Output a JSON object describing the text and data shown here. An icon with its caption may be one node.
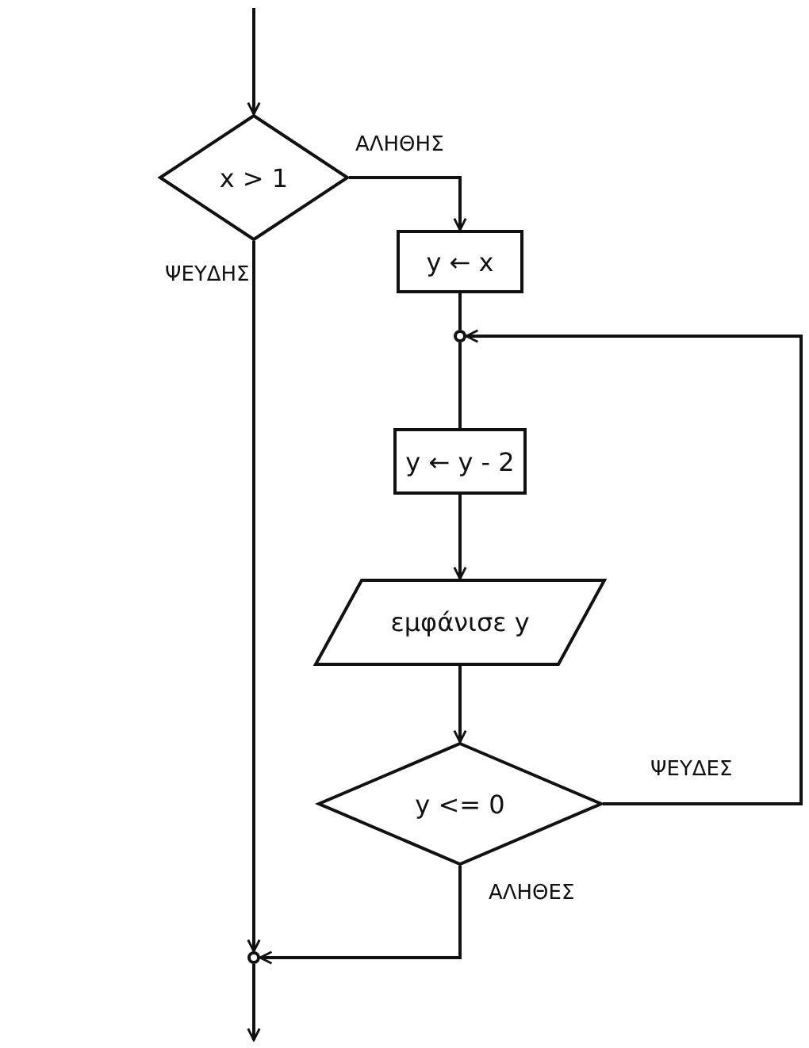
{
  "diagram": {
    "nodes": [
      {
        "text": [
          "x > 1"
        ]
      },
      {
        "text": [
          "y ← x"
        ]
      },
      {
        "text": [],
        "shape": "circle"
      },
      {
        "text": [
          "y ← y - 2"
        ]
      },
      {
        "text": [
          "εμφάνισε y"
        ]
      },
      {
        "text": [
          "y <= 0"
        ]
      },
      {
        "text": [],
        "shape": "circle"
      }
    ],
    "edges": [
      {
        "from": null,
        "to": 0,
        "arrow": "to"
      },
      {
        "from": 0,
        "to": 1,
        "arrow": "to",
        "label": "ΑΛΗΘΗΣ"
      },
      {
        "from": 0,
        "to": 6,
        "arrow": "to",
        "label": "ΨΕΥΔΗΣ"
      },
      {
        "from": 1,
        "to": 2,
        "arrow": "none"
      },
      {
        "from": 2,
        "to": 3,
        "arrow": "none"
      },
      {
        "from": 3,
        "to": 4,
        "arrow": "to"
      },
      {
        "from": 4,
        "to": 5,
        "arrow": "to"
      },
      {
        "from": 5,
        "to": 2,
        "arrow": "to",
        "label": "ΨΕΥΔΕΣ"
      },
      {
        "from": 5,
        "to": 6,
        "arrow": "to",
        "label": "ΑΛΗΘΕΣ"
      },
      {
        "from": 6,
        "to": null,
        "arrow": "to"
      }
    ]
  }
}
